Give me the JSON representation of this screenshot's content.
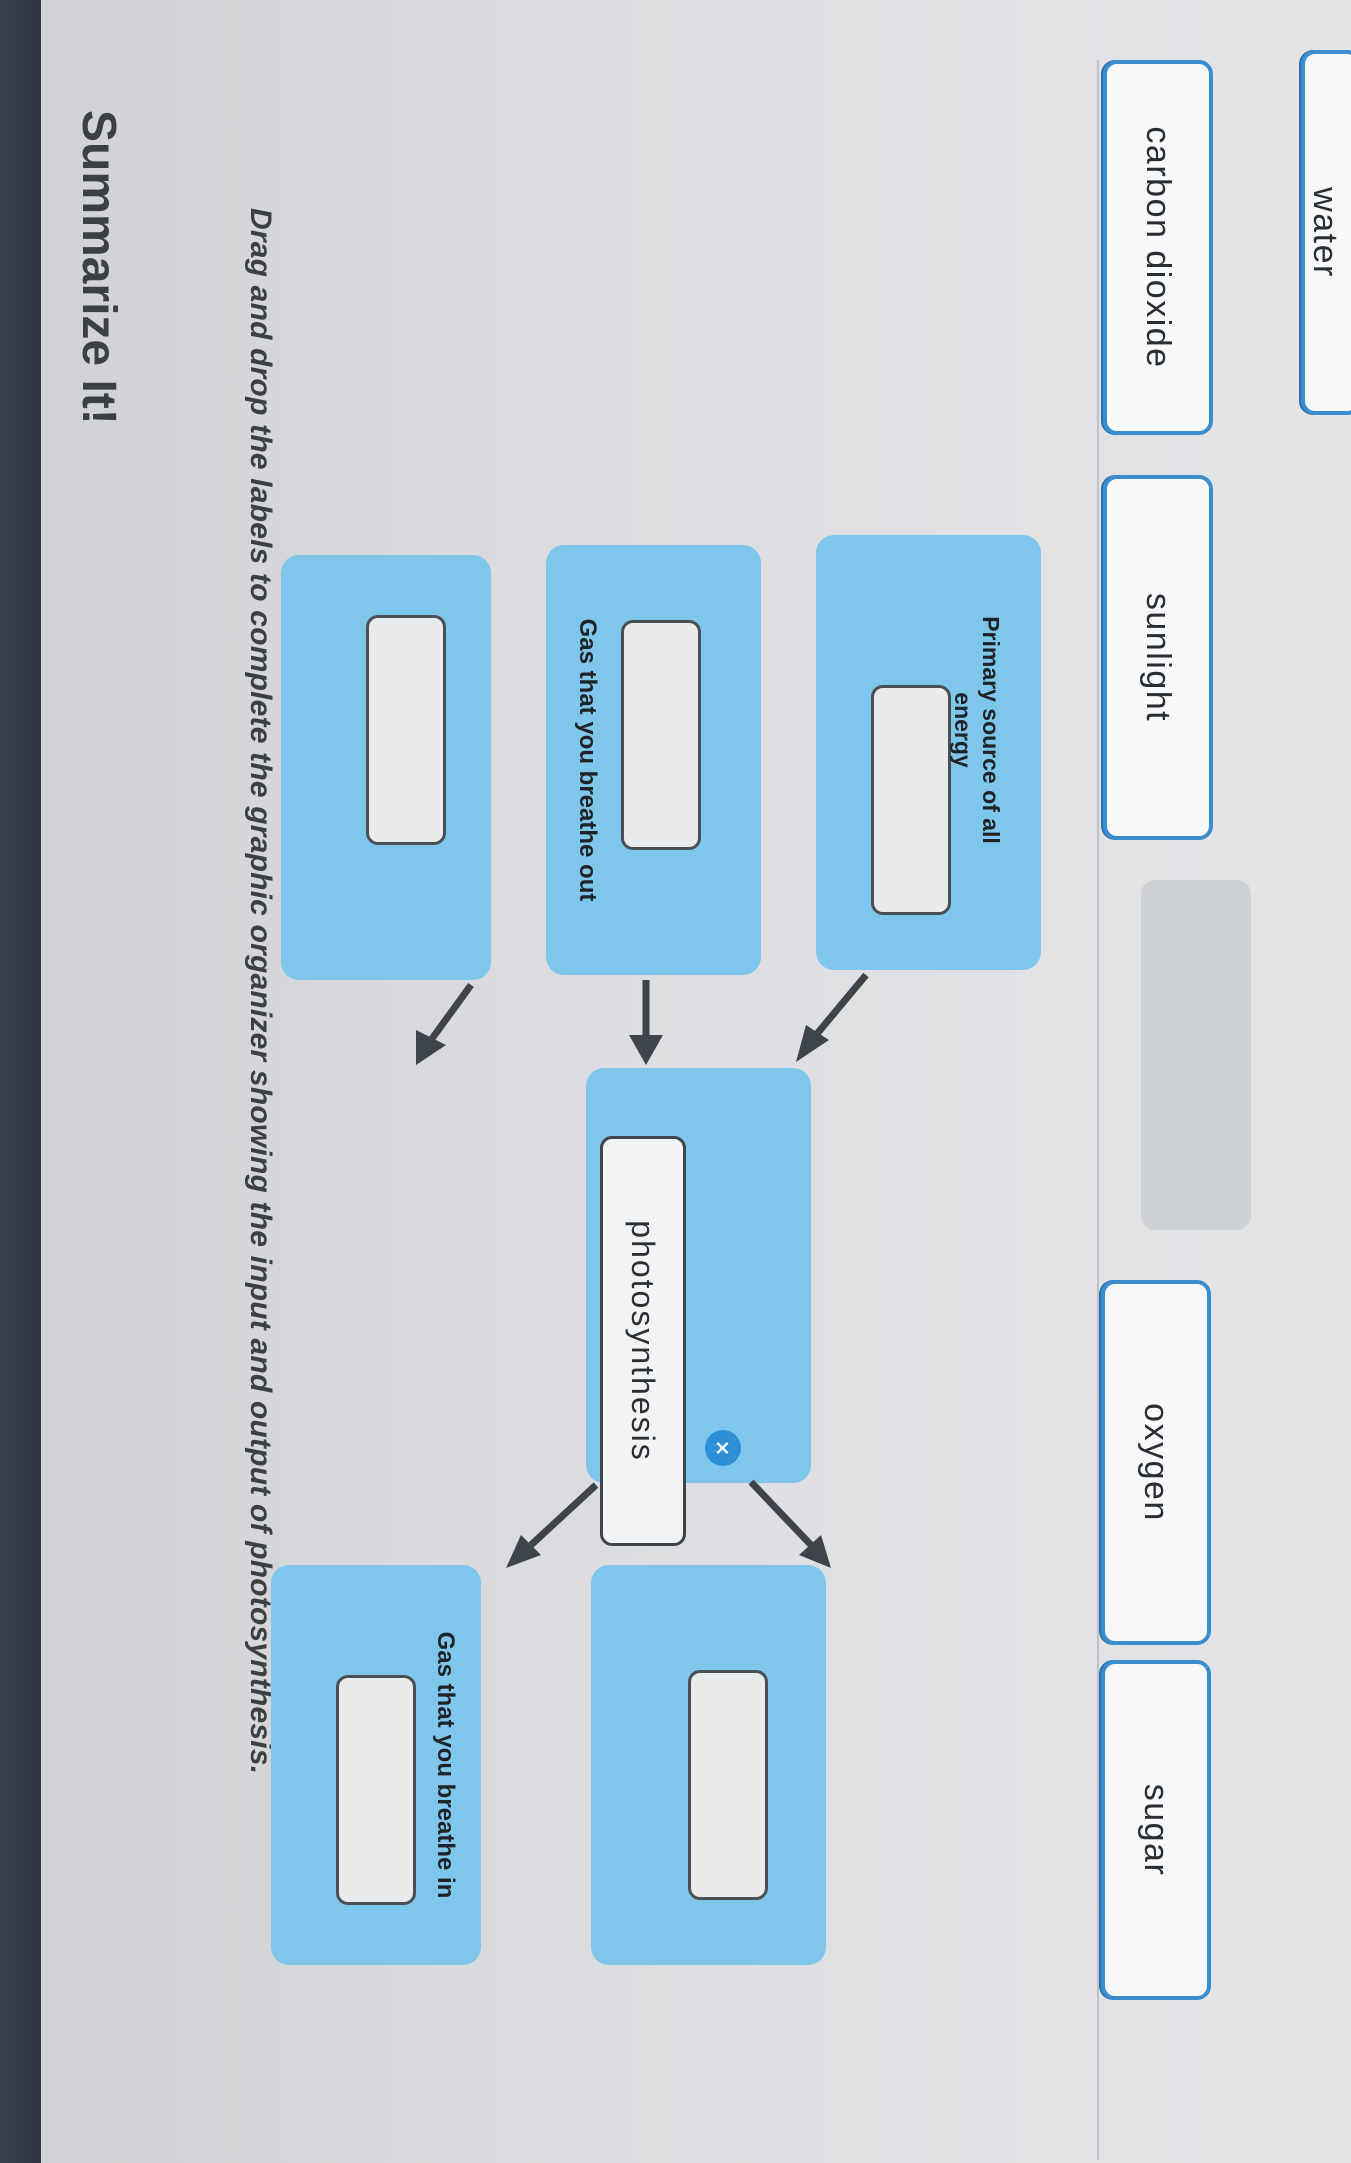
{
  "page": {
    "title": "Summarize It!",
    "instructions": "Drag and drop the labels to complete the graphic organizer showing the input and output of photosynthesis."
  },
  "organizer": {
    "inputs": [
      {
        "cue": ""
      },
      {
        "cue": "Gas that you breathe out"
      },
      {
        "cue": "Primary source of all energy"
      }
    ],
    "center": {
      "placed_label": "photosynthesis",
      "remove_glyph": "×"
    },
    "outputs": [
      {
        "cue": "Gas that you breathe in"
      },
      {
        "cue": ""
      }
    ]
  },
  "label_bank": [
    {
      "text": "carbon dioxide"
    },
    {
      "text": "sunlight"
    },
    {
      "text": "oxygen"
    },
    {
      "text": "sugar"
    },
    {
      "text": "water"
    }
  ],
  "colors": {
    "node_fill": "#7ec6ec",
    "tile_border": "#3a8ed0",
    "remove_button": "#2f8fd6",
    "arrow": "#3e444b"
  },
  "icons": {
    "remove": "close-icon",
    "arrows": "arrow-icon"
  }
}
